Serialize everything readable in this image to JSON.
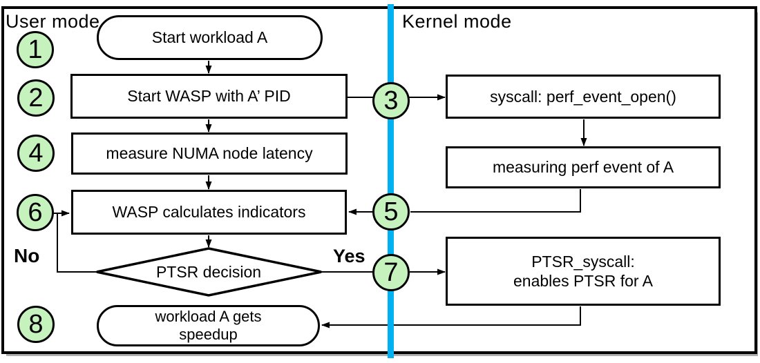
{
  "frame": {
    "user_mode_label": "User mode",
    "kernel_mode_label": "Kernel mode"
  },
  "steps": [
    "1",
    "2",
    "3",
    "4",
    "5",
    "6",
    "7",
    "8"
  ],
  "nodes": {
    "start": "Start workload A",
    "start_wasp": "Start WASP with A’ PID",
    "measure_numa": "measure NUMA node latency",
    "syscall": "syscall: perf_event_open()",
    "measuring": "measuring perf event of A",
    "calc_indicators": "WASP calculates indicators",
    "decision": "PTSR decision",
    "ptsr_line1": "PTSR_syscall:",
    "ptsr_line2": "enables PTSR for A",
    "speedup_line1": "workload A gets",
    "speedup_line2": "speedup"
  },
  "branches": {
    "no": "No",
    "yes": "Yes"
  },
  "colors": {
    "step_circle_fill": "#c5f2bd",
    "divider_blue": "#00b0f0",
    "stroke": "#000000",
    "background": "#ffffff"
  }
}
